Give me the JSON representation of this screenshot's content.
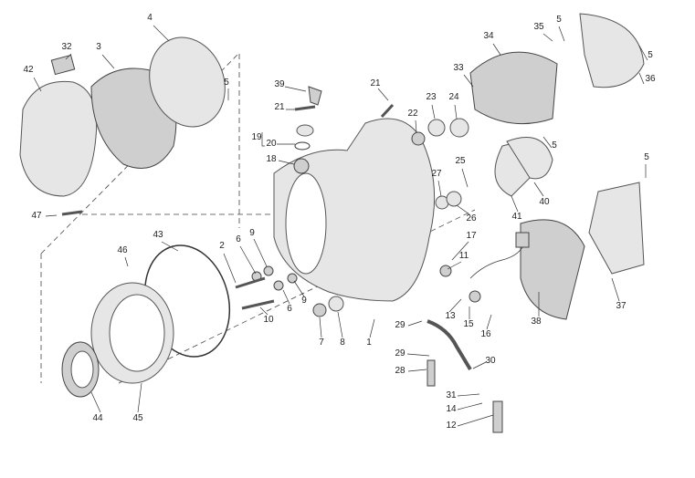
{
  "diagram": {
    "title": "Clutch-side crankcase cover exploded view",
    "callouts": [
      "32",
      "4",
      "3",
      "42",
      "5",
      "47",
      "39",
      "21",
      "19",
      "20",
      "18",
      "21",
      "22",
      "23",
      "24",
      "34",
      "35",
      "5",
      "5",
      "33",
      "36",
      "5",
      "25",
      "27",
      "26",
      "40",
      "41",
      "5",
      "43",
      "46",
      "2",
      "6",
      "9",
      "17",
      "11",
      "10",
      "6",
      "9",
      "7",
      "8",
      "1",
      "29",
      "13",
      "15",
      "16",
      "38",
      "37",
      "29",
      "28",
      "30",
      "31",
      "14",
      "12",
      "44",
      "45"
    ]
  }
}
